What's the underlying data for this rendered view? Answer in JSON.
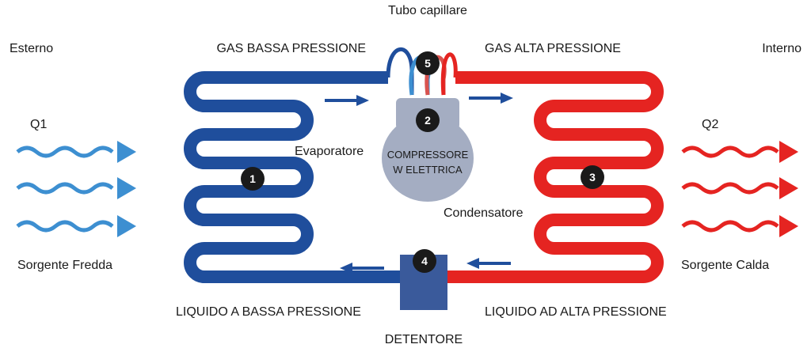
{
  "labels": {
    "tubo_capillare": "Tubo capillare",
    "esterno": "Esterno",
    "interno": "Interno",
    "gas_bassa": "GAS BASSA PRESSIONE",
    "gas_alta": "GAS ALTA PRESSIONE",
    "q1": "Q1",
    "q2": "Q2",
    "evaporatore": "Evaporatore",
    "condensatore": "Condensatore",
    "compressore_1": "COMPRESSORE",
    "compressore_2": "W ELETTRICA",
    "sorgente_fredda": "Sorgente Fredda",
    "sorgente_calda": "Sorgente Calda",
    "liquido_bassa": "LIQUIDO A BASSA PRESSIONE",
    "liquido_alta": "LIQUIDO AD ALTA PRESSIONE",
    "detentore": "DETENTORE"
  },
  "markers": [
    "1",
    "2",
    "3",
    "4",
    "5"
  ],
  "colors": {
    "cold": "#1f4e9c",
    "hot": "#e52421",
    "cold_wave": "#3d8fd1",
    "compressor": "#a4adc2",
    "valve": "#3a5a9b",
    "marker": "#1a1a1a"
  },
  "icons": [
    "wave-arrow-icon",
    "flow-arrow-icon"
  ]
}
